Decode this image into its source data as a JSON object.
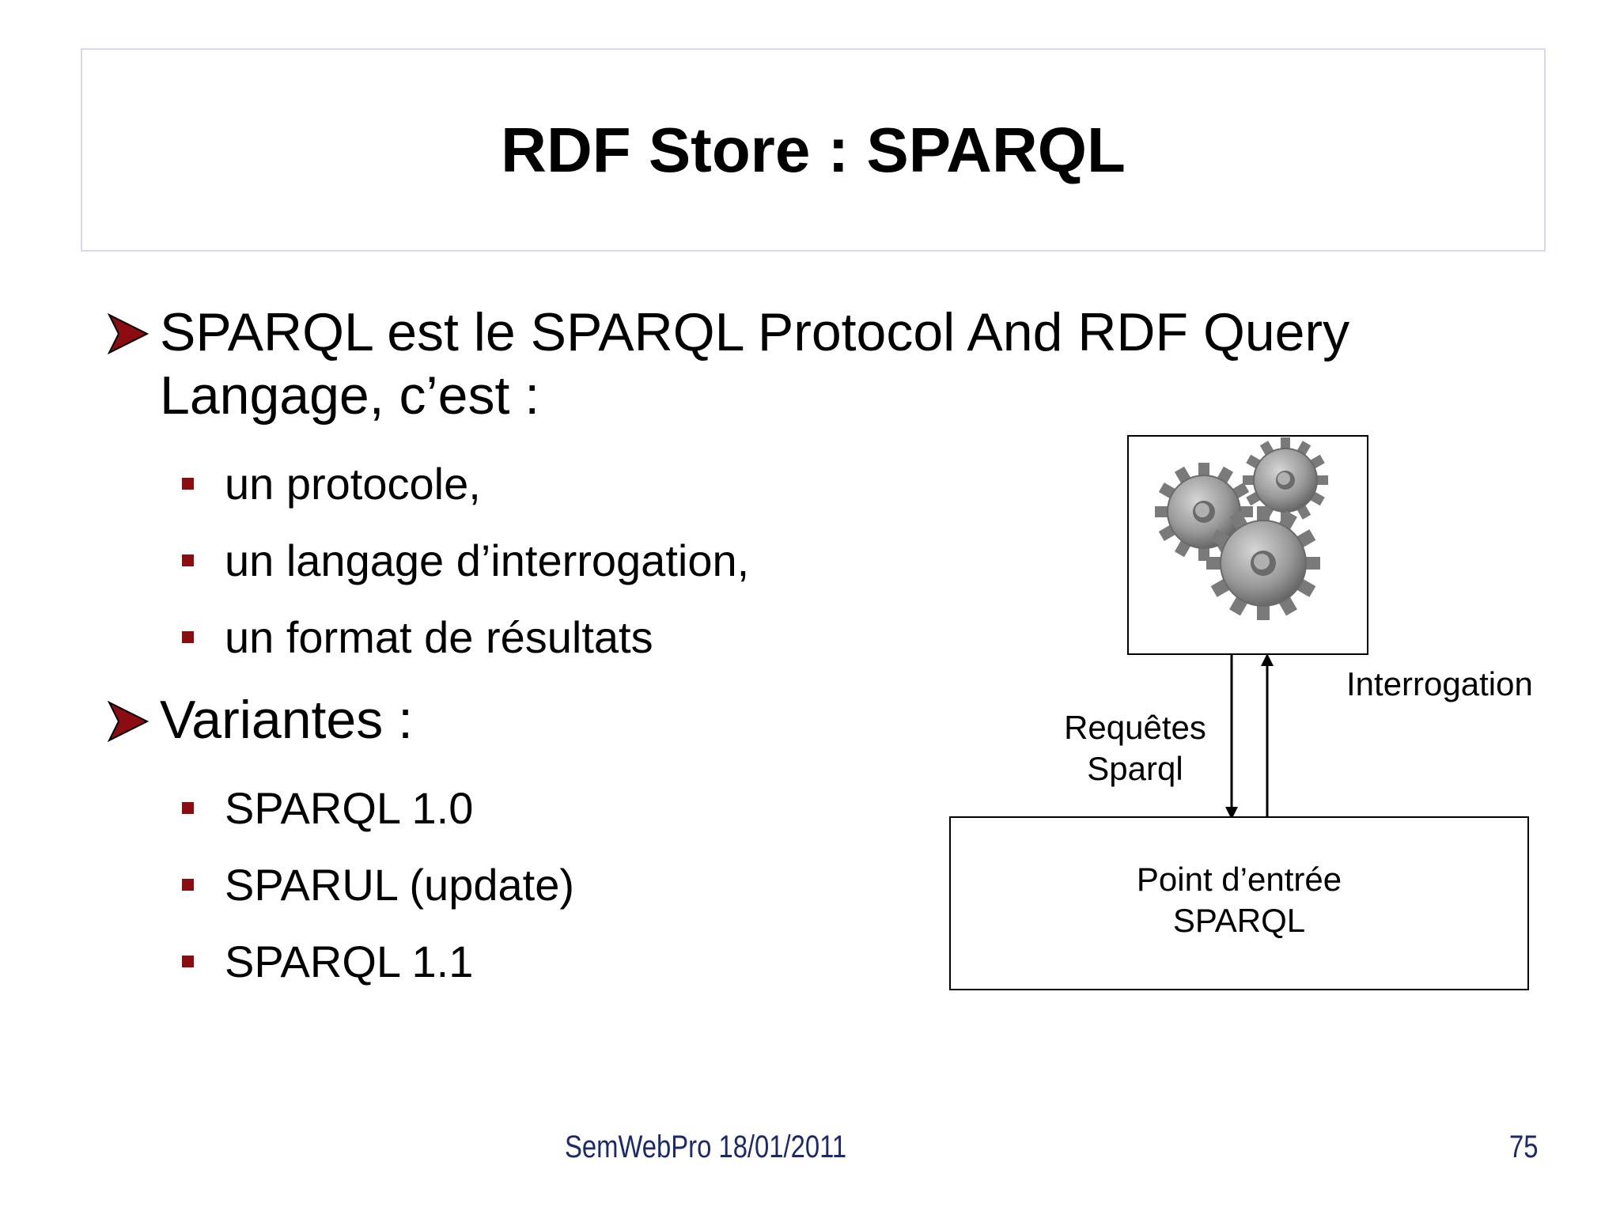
{
  "slide": {
    "title": "RDF Store : SPARQL",
    "bullets": [
      {
        "line1": "SPARQL est le SPARQL Protocol And RDF Query",
        "line2": "Langage, c’est :",
        "sub": [
          "un protocole,",
          "un langage d’interrogation,",
          "un format de résultats"
        ]
      },
      {
        "line1": "Variantes :",
        "sub": [
          "SPARQL 1.0",
          "SPARUL (update)",
          "SPARQL 1.1"
        ]
      }
    ]
  },
  "diagram": {
    "top_box_icon": "gears-icon",
    "label_interrogation": "Interrogation",
    "label_requetes_line1": "Requêtes",
    "label_requetes_line2": "Sparql",
    "bottom_box_line1": "Point d’entrée",
    "bottom_box_line2": "SPARQL"
  },
  "footer": {
    "event": "SemWebPro 18/01/2011",
    "page_number": "75"
  },
  "colors": {
    "bullet_accent": "#8b0d12",
    "footer_text": "#1c2a6b",
    "title_border": "#d8d8ec"
  }
}
